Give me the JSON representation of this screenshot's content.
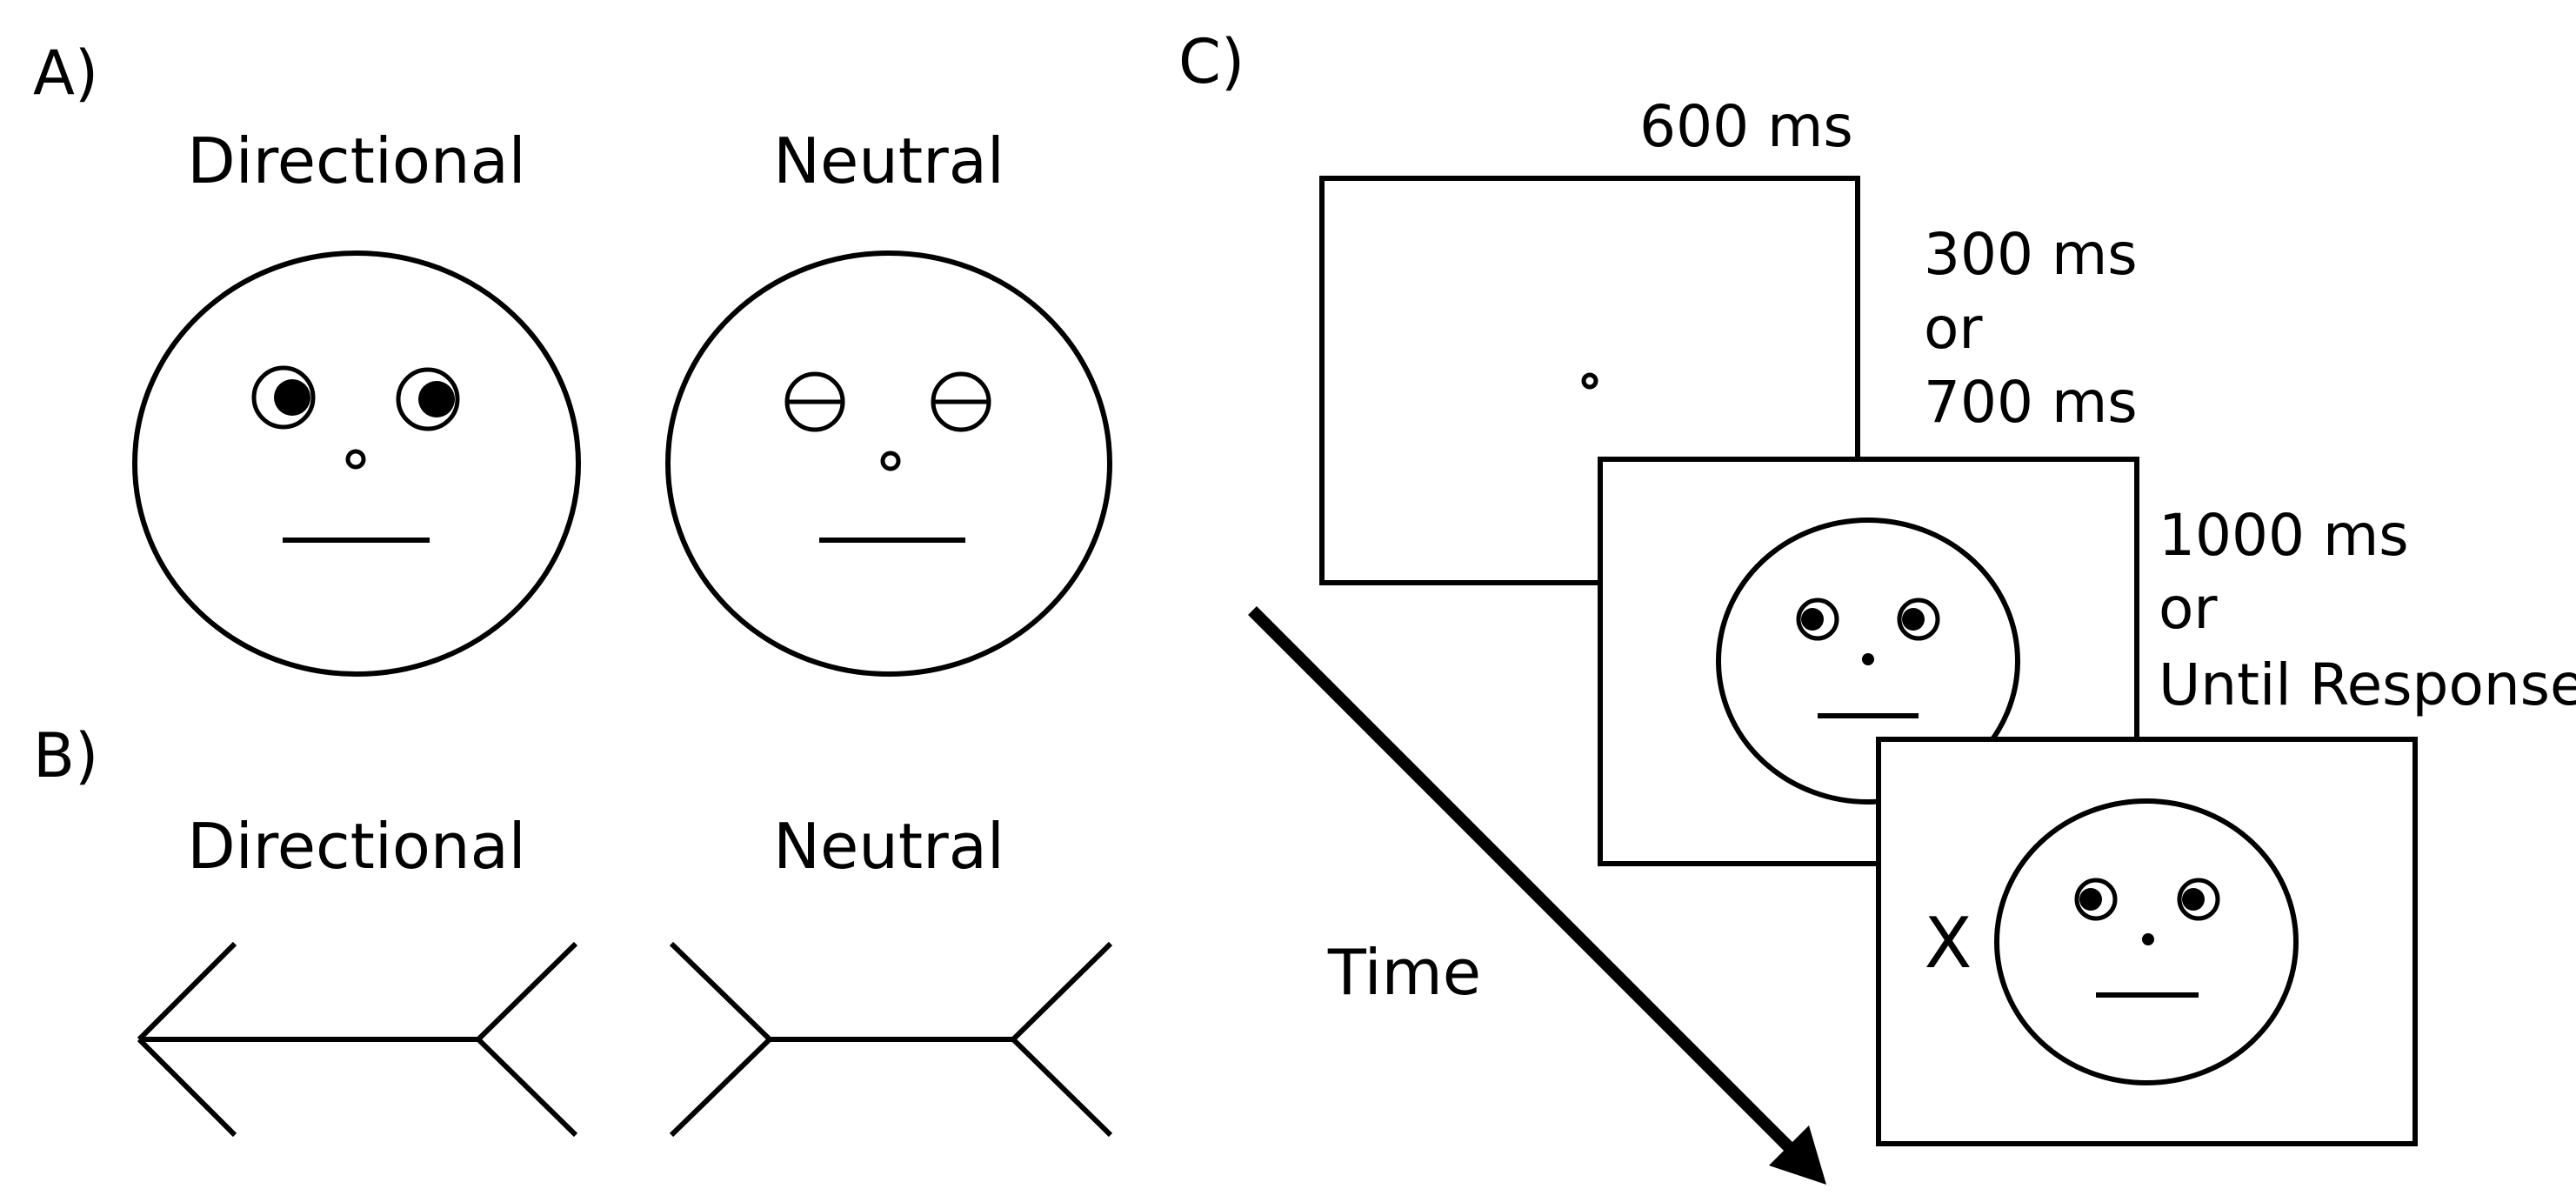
{
  "panels": {
    "a_label": "A)",
    "b_label": "B)",
    "c_label": "C)"
  },
  "faces": {
    "directional_label": "Directional",
    "neutral_label": "Neutral"
  },
  "arrows": {
    "directional_label": "Directional",
    "neutral_label": "Neutral"
  },
  "timeline": {
    "duration_fixation": "600 ms",
    "duration_cue_line1": "300 ms",
    "duration_cue_line2": "or",
    "duration_cue_line3": "700 ms",
    "duration_target_line1": "1000 ms",
    "duration_target_line2": "or",
    "duration_target_line3": "Until Response",
    "time_label": "Time",
    "target_symbol": "X"
  },
  "colors": {
    "stroke": "#000000",
    "background": "#ffffff"
  }
}
